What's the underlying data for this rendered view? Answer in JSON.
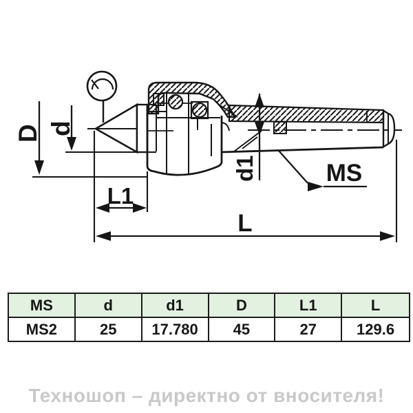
{
  "drawing": {
    "labels": {
      "D": "D",
      "d": "d",
      "d1": "d1",
      "L1": "L1",
      "L": "L",
      "MS": "MS"
    }
  },
  "table": {
    "headers": [
      "MS",
      "d",
      "d1",
      "D",
      "L1",
      "L"
    ],
    "rows": [
      [
        "MS2",
        "25",
        "17.780",
        "45",
        "27",
        "129.6"
      ]
    ]
  },
  "footer": {
    "watermark": "Техношоп – директно от вносителя!"
  },
  "colors": {
    "line": "#161616",
    "header_bg": "#e3f1e1",
    "table_border": "#1c1c1c",
    "watermark": "#c9c9c9"
  }
}
